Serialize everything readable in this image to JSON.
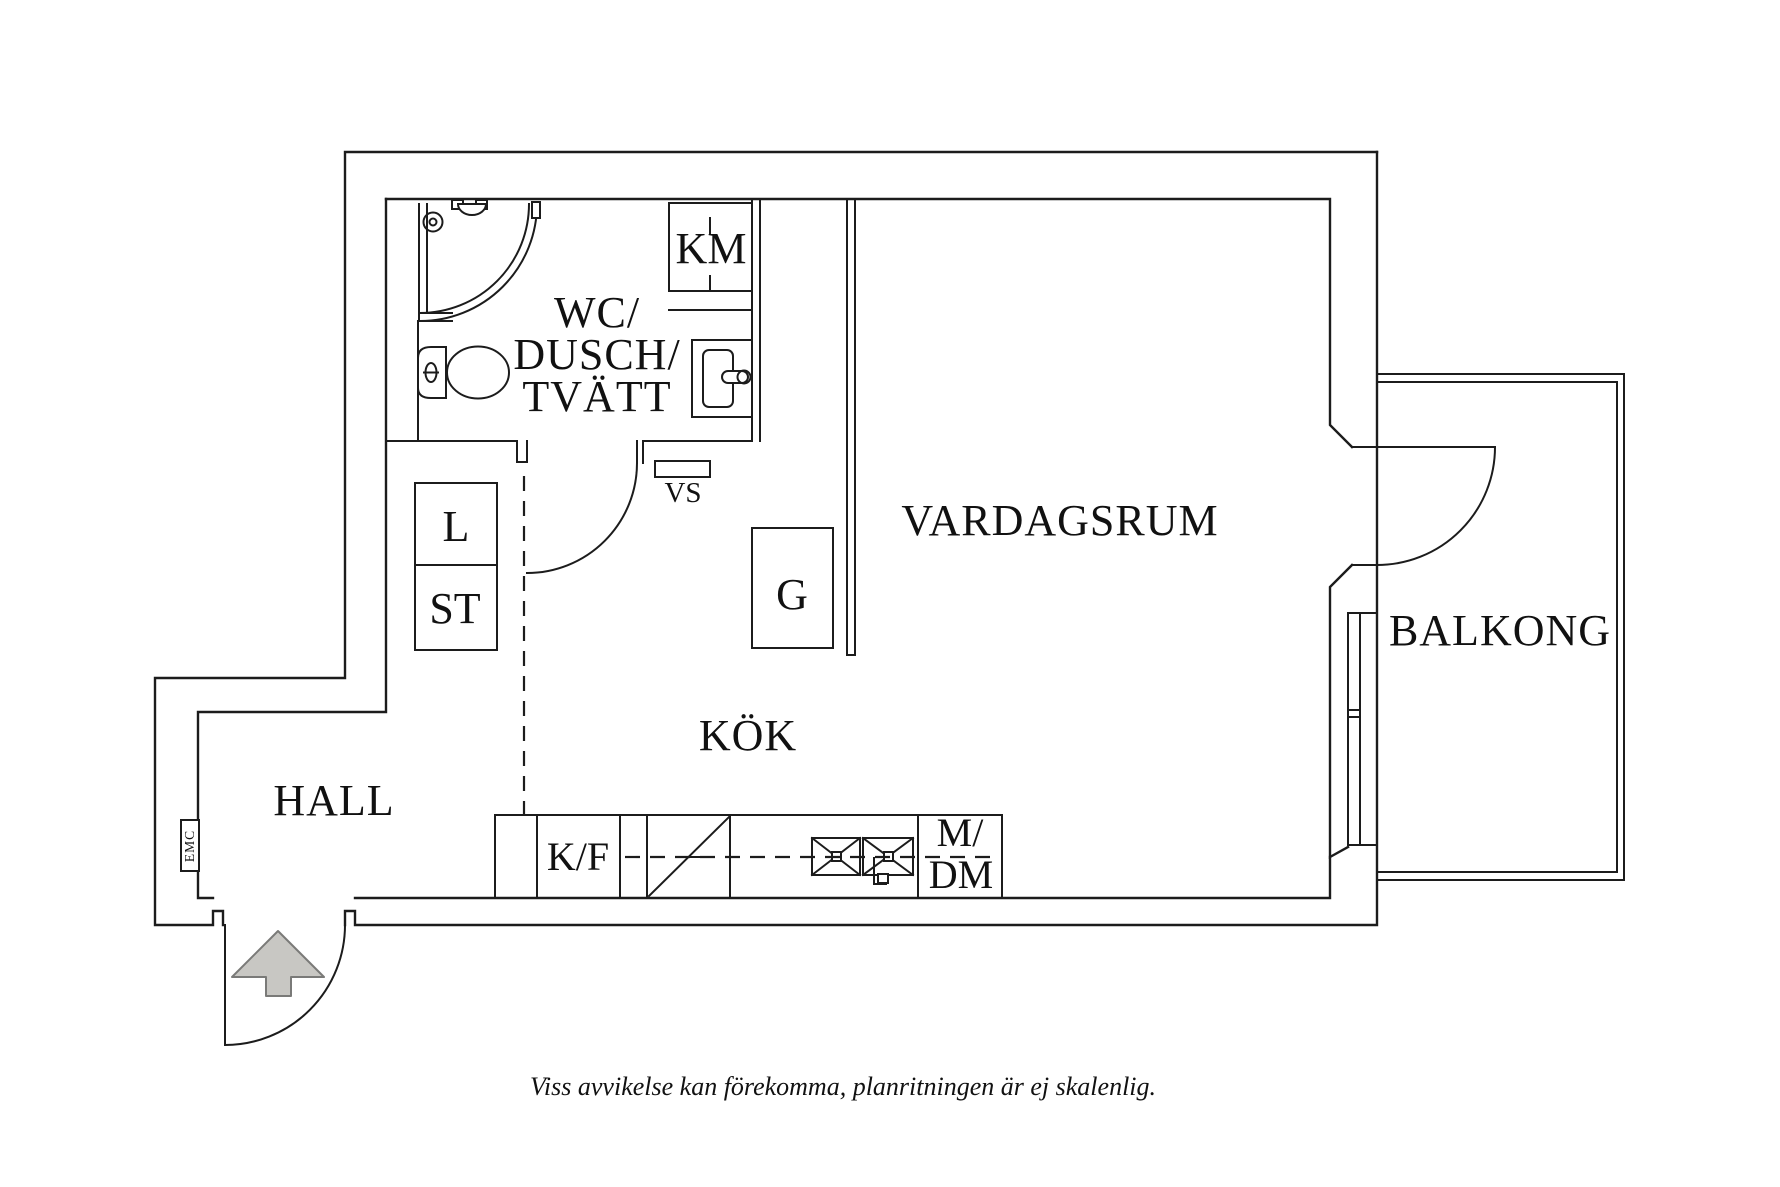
{
  "floorplan": {
    "colors": {
      "line": "#1c1c1c",
      "text": "#111111",
      "arrow_fill": "#c8c7c3",
      "arrow_stroke": "#7a7a78",
      "background": "#ffffff"
    },
    "rooms": {
      "bathroom_line1": "WC/",
      "bathroom_line2": "DUSCH/",
      "bathroom_line3": "TVÄTT",
      "livingroom": "VARDAGSRUM",
      "balcony": "BALKONG",
      "hall": "HALL",
      "kitchen": "KÖK"
    },
    "fixtures": {
      "washing_machine": "KM",
      "water_shaft": "VS",
      "linen_closet": "L",
      "cleaning_closet": "ST",
      "wardrobe": "G",
      "fridge_freezer": "K/F",
      "microwave": "M/",
      "dishwasher": "DM",
      "electrical_cabinet": "EMC"
    },
    "caption": "Viss avvikelse kan förekomma, planritningen är ej skalenlig."
  }
}
